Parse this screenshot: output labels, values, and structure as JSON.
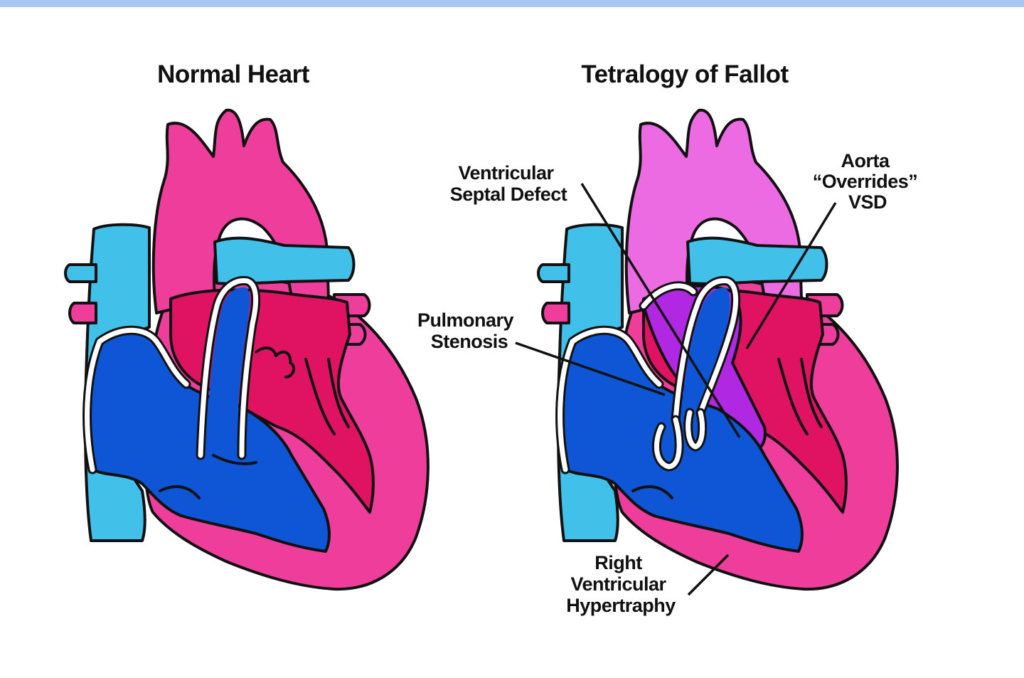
{
  "colors": {
    "top_band": "#a9c6f2",
    "systemic_artery": "#ee3d9b",
    "pulmonary_artery": "#41c0ea",
    "oxygenated_chamber": "#e01262",
    "deoxygenated_chamber": "#0e56d6",
    "mixed_aorta": "#ec6ae2",
    "mixed_chamber": "#b028e2",
    "outline": "#111111"
  },
  "panels": [
    {
      "title": "Normal Heart",
      "labels": []
    },
    {
      "title": "Tetralogy of Fallot",
      "labels": [
        {
          "lines": [
            "Ventricular",
            "Septal Defect"
          ]
        },
        {
          "lines": [
            "Aorta",
            "“Overrides”",
            "VSD"
          ]
        },
        {
          "lines": [
            "Pulmonary",
            "Stenosis"
          ]
        },
        {
          "lines": [
            "Right",
            "Ventricular",
            "Hypertraphy"
          ]
        }
      ]
    }
  ]
}
